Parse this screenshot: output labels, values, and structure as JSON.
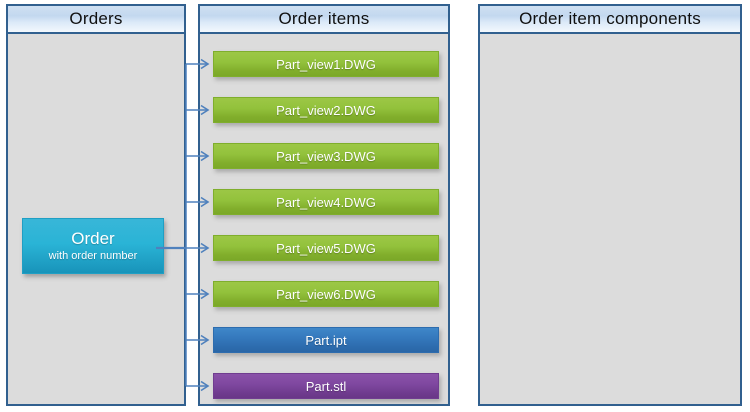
{
  "panels": [
    {
      "id": "orders",
      "title": "Orders"
    },
    {
      "id": "order_items",
      "title": "Order items"
    },
    {
      "id": "components",
      "title": "Order item components"
    }
  ],
  "order_node": {
    "title": "Order",
    "subtitle": "with  order number",
    "color": "#2ab4d6"
  },
  "order_items": [
    {
      "label": "Part_view1.DWG",
      "style": "green",
      "color": "#93c23c"
    },
    {
      "label": "Part_view2.DWG",
      "style": "green",
      "color": "#93c23c"
    },
    {
      "label": "Part_view3.DWG",
      "style": "green",
      "color": "#93c23c"
    },
    {
      "label": "Part_view4.DWG",
      "style": "green",
      "color": "#93c23c"
    },
    {
      "label": "Part_view5.DWG",
      "style": "green",
      "color": "#93c23c"
    },
    {
      "label": "Part_view6.DWG",
      "style": "green",
      "color": "#93c23c"
    },
    {
      "label": "Part.ipt",
      "style": "blue",
      "color": "#3579bd"
    },
    {
      "label": "Part.stl",
      "style": "purple",
      "color": "#7f48a0"
    }
  ],
  "components": [],
  "theme": {
    "panel_border": "#31608f",
    "panel_body": "#dcdcdc",
    "connector": "#4f81bd",
    "background": "#ffffff"
  }
}
